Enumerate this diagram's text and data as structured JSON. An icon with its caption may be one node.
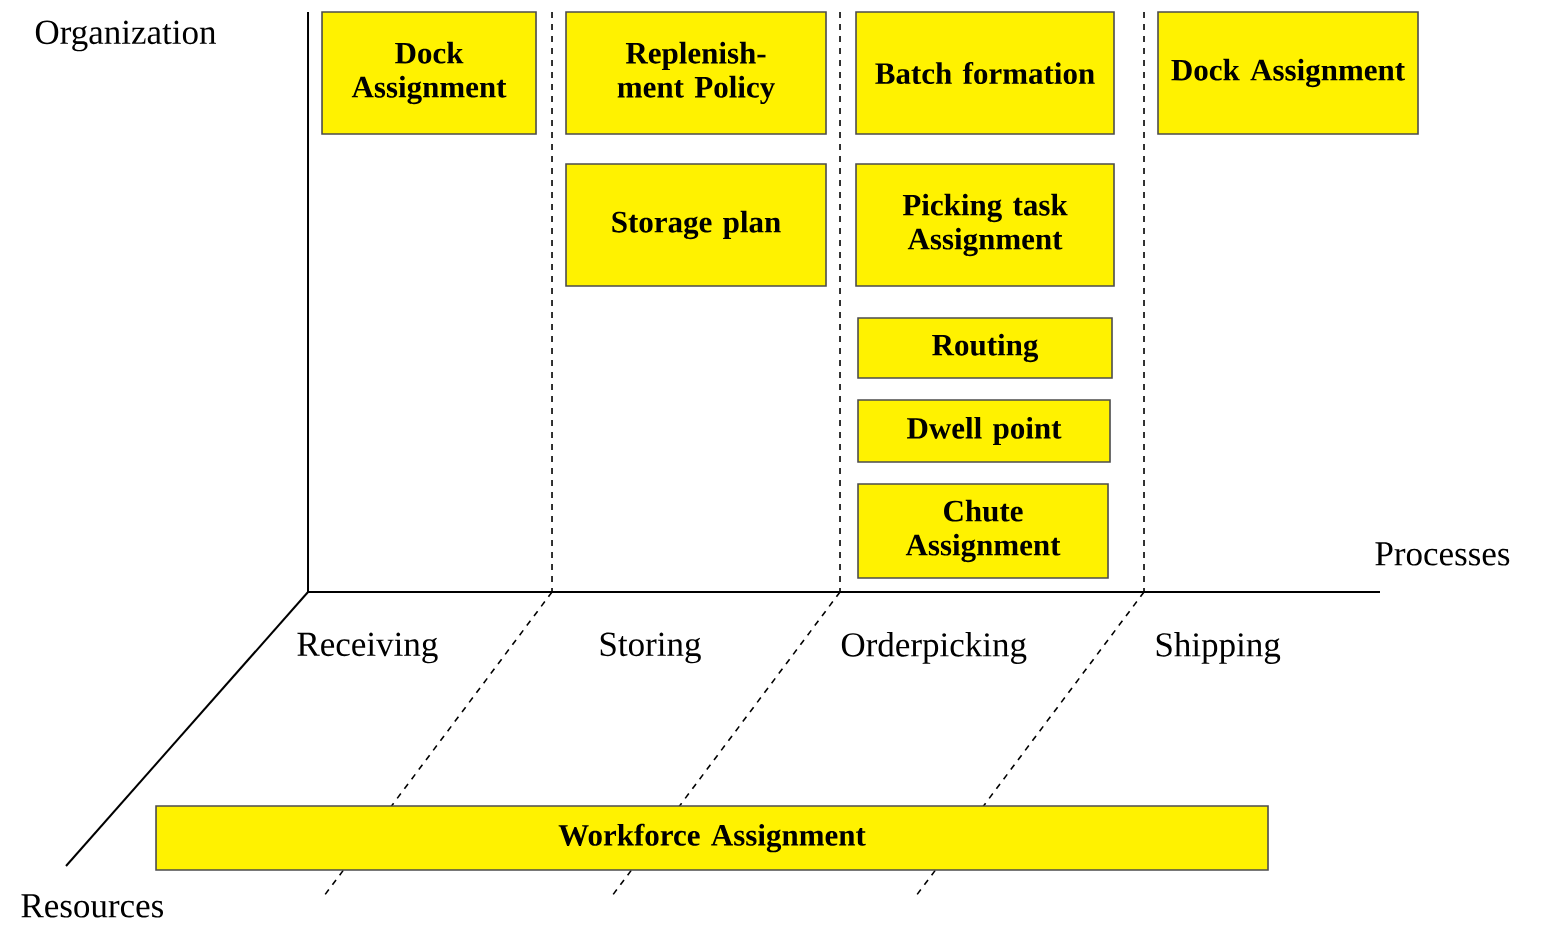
{
  "diagram": {
    "nodes": [
      {
        "text": [
          "Dock Assignment"
        ]
      },
      {
        "text": [
          "Replenish-ment Policy"
        ]
      },
      {
        "text": [
          "Storage plan"
        ]
      },
      {
        "text": [
          "Batch formation"
        ]
      },
      {
        "text": [
          "Picking task Assignment"
        ]
      },
      {
        "text": [
          "Routing"
        ]
      },
      {
        "text": [
          "Dwell point"
        ]
      },
      {
        "text": [
          "Chute Assignment"
        ]
      },
      {
        "text": [
          "Dock Assignment"
        ]
      },
      {
        "text": [
          "Workforce Assignment"
        ]
      }
    ],
    "labels": [
      "Organization",
      "Processes",
      "Receiving",
      "Storing",
      "Orderpicking",
      "Shipping",
      "Resources"
    ]
  }
}
